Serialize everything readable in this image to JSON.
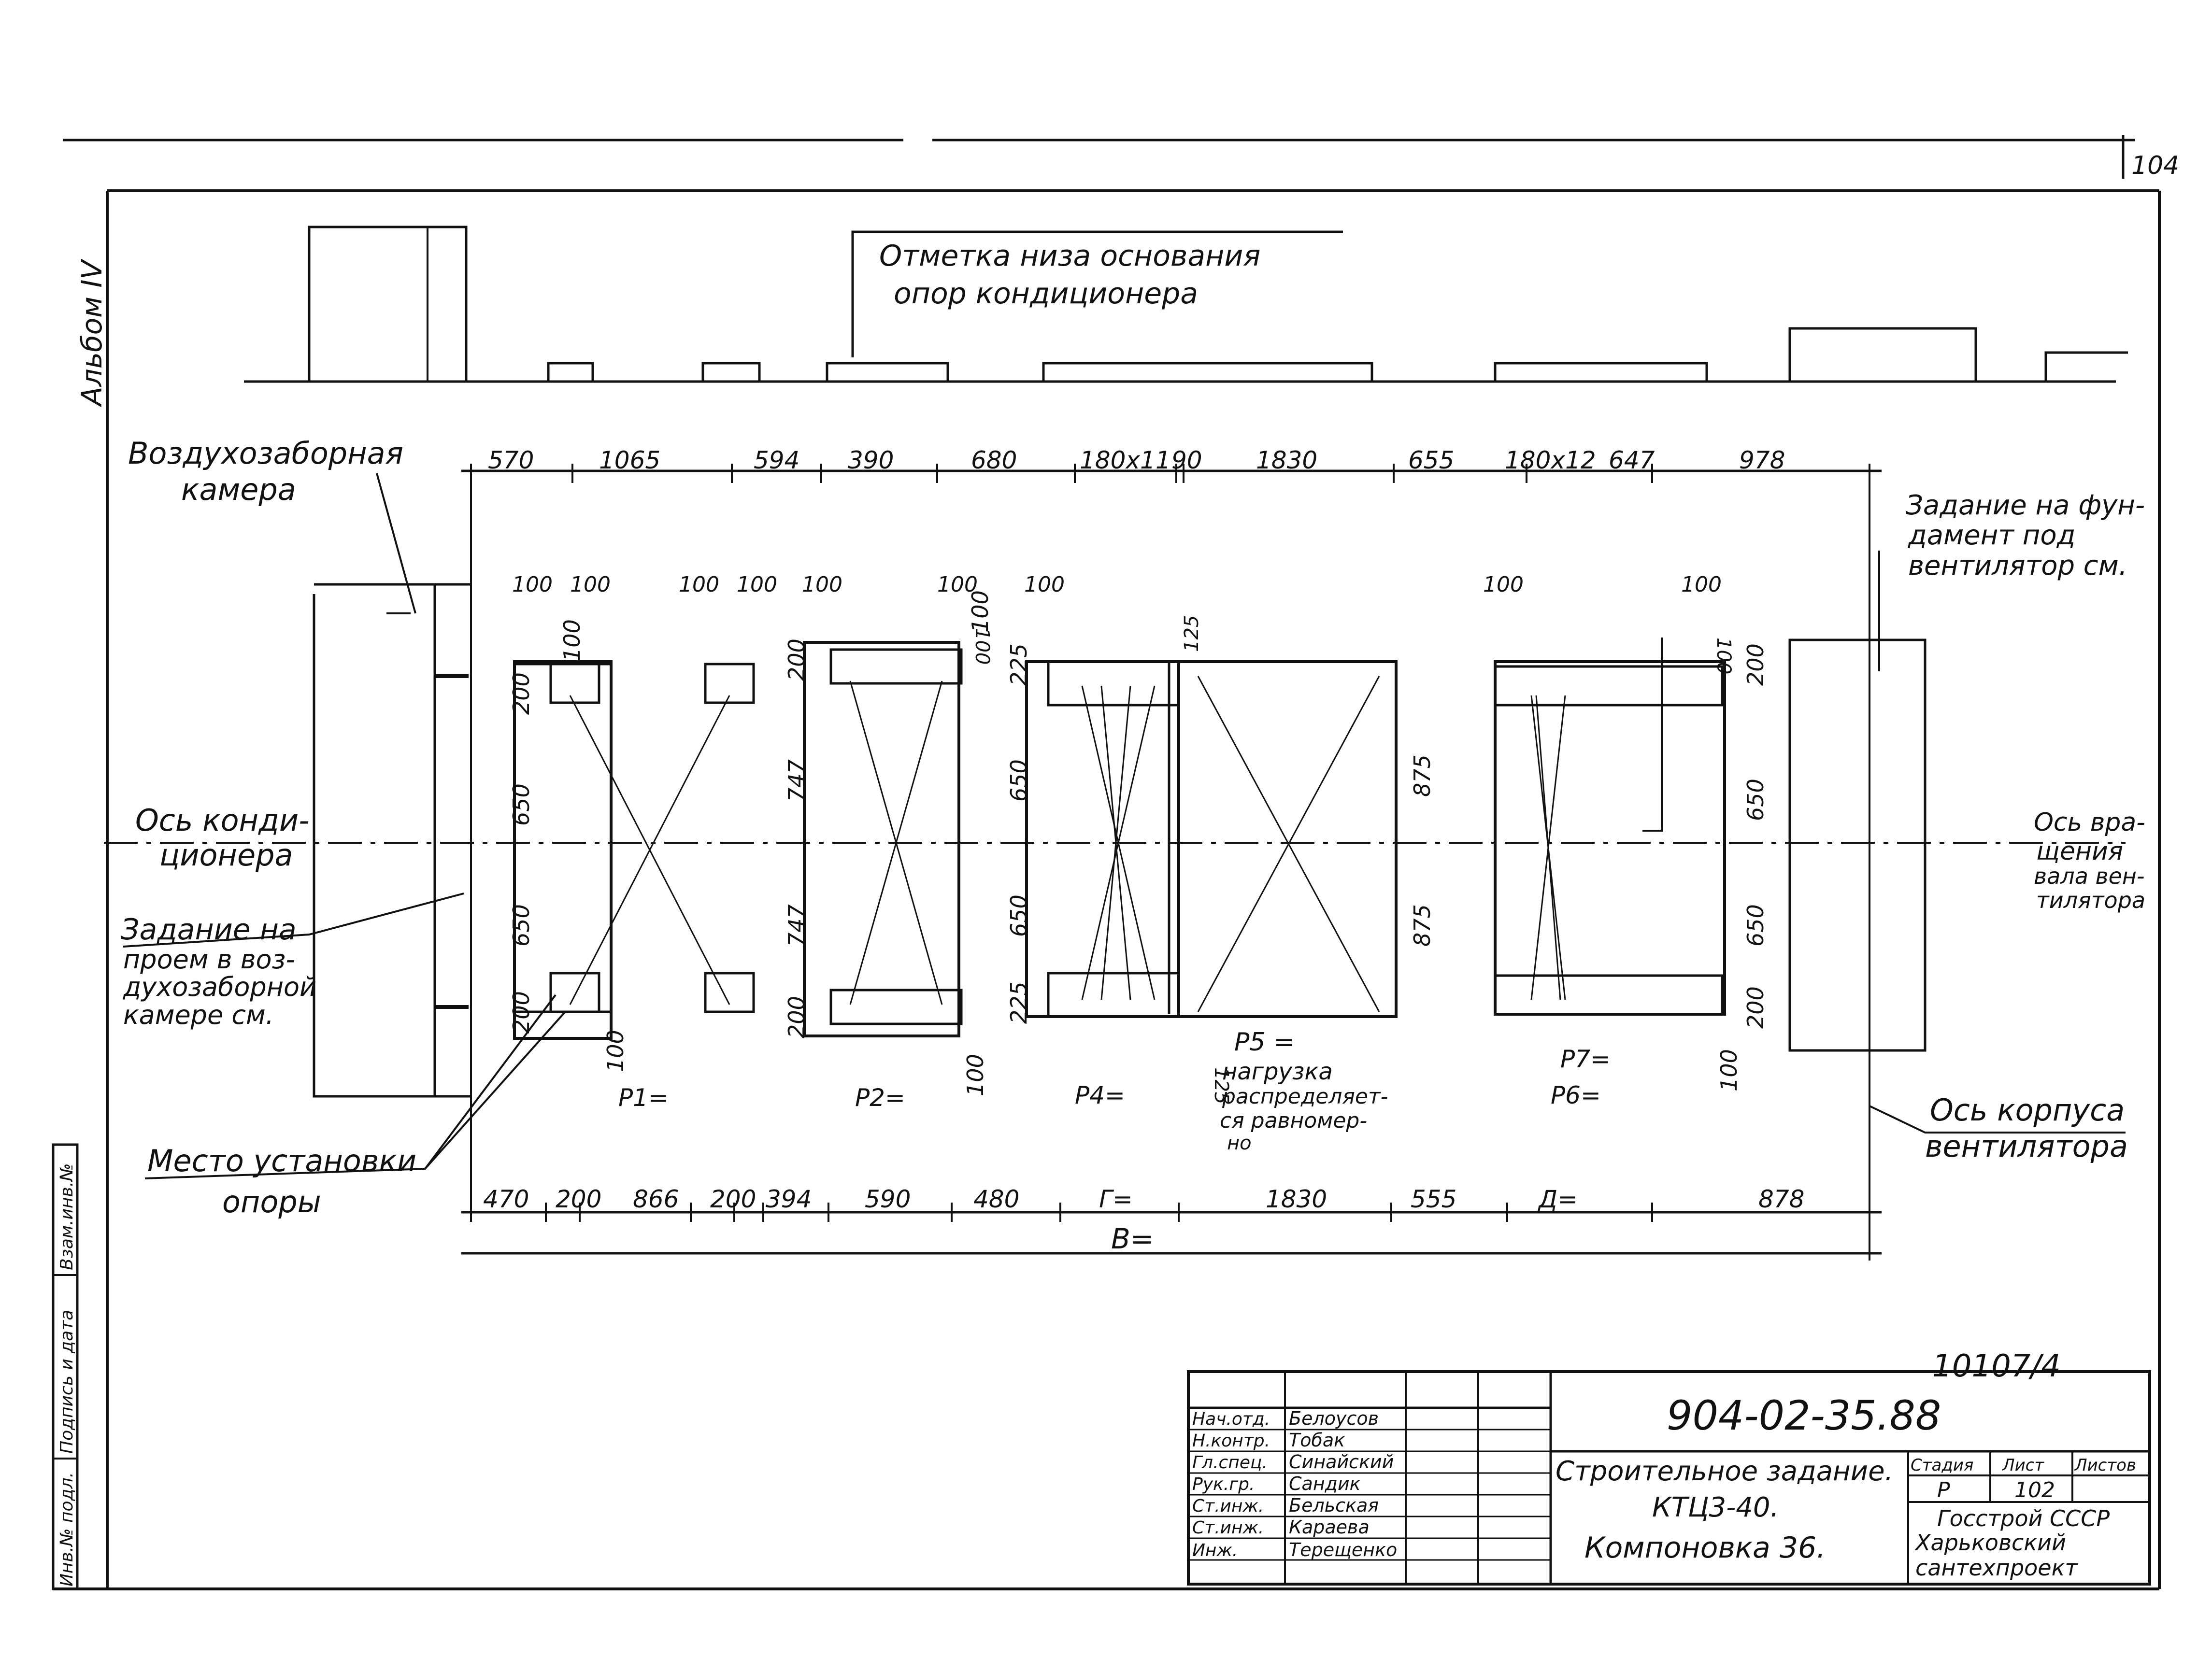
{
  "sheet_number": "104",
  "album": "Альбом IV",
  "labels": {
    "base_mark_1": "Отметка низа основания",
    "base_mark_2": "опор кондиционера",
    "air_intake_1": "Воздухозаборная",
    "air_intake_2": "камера",
    "fan_found_1": "Задание на фун-",
    "fan_found_2": "дамент под",
    "fan_found_3": "вентилятор см.",
    "axis_cond_1": "Ось конди-",
    "axis_cond_2": "ционера",
    "axis_rot_1": "Ось вра-",
    "axis_rot_2": "щения",
    "axis_rot_3": "вала вен-",
    "axis_rot_4": "тилятора",
    "opening_1": "Задание на",
    "opening_2": "проем в воз-",
    "opening_3": "духозаборной",
    "opening_4": "камере см.",
    "support_1": "Место установки",
    "support_2": "опоры",
    "fan_axis_1": "Ось корпуса",
    "fan_axis_2": "вентилятора",
    "p5_1": "P5 =",
    "p5_2": "нагрузка",
    "p5_3": "распределяет-",
    "p5_4": "ся равномер-",
    "p5_5": "но"
  },
  "loads": [
    "P1=",
    "P2=",
    "P4=",
    "P7=",
    "P6="
  ],
  "top_dims": [
    "570",
    "1065",
    "594",
    "390",
    "680",
    "180x11",
    "90",
    "1830",
    "655",
    "180x12",
    "647",
    "978"
  ],
  "bottom_dims": [
    "470",
    "200",
    "866",
    "200",
    "394",
    "590",
    "480",
    "Г=",
    "1830",
    "555",
    "Д=",
    "878"
  ],
  "total_dim": "В=",
  "small_dims": [
    "100",
    "100",
    "100",
    "100",
    "100",
    "100",
    "100",
    "100",
    "100",
    "100",
    "100",
    "125",
    "125"
  ],
  "v_dims": [
    "200",
    "650",
    "650",
    "200",
    "200",
    "747",
    "747",
    "200",
    "225",
    "650",
    "650",
    "225",
    "875",
    "875",
    "200",
    "650",
    "650",
    "200",
    "100",
    "100",
    "100",
    "100",
    "100"
  ],
  "inventory": "10107/4",
  "title_block": {
    "doc_code": "904-02-35.88",
    "roles": [
      "Нач.отд.",
      "Н.контр.",
      "Гл.спец.",
      "Рук.гр.",
      "Ст.инж.",
      "Ст.инж.",
      "Инж."
    ],
    "names": [
      "Белоусов",
      "Тобак",
      "Синайский",
      "Сандик",
      "Бельская",
      "Караева",
      "Терещенко"
    ],
    "title_1": "Строительное задание.",
    "title_2": "КТЦ3-40.",
    "title_3": "Компоновка 36.",
    "stage_h": "Стадия",
    "sheet_h": "Лист",
    "sheets_h": "Листов",
    "stage": "Р",
    "sheet": "102",
    "org_1": "Госстрой СССР",
    "org_2": "Харьковский",
    "org_3": "сантехпроект"
  },
  "stamp": [
    "Инв.№ подл.",
    "Подпись и дата",
    "Взам.инв.№"
  ]
}
